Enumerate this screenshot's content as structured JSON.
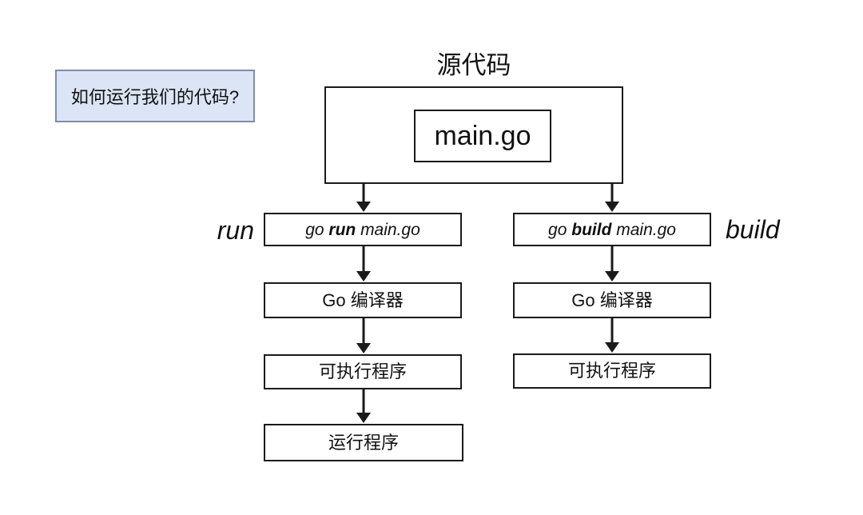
{
  "question_box": {
    "label": "如何运行我们的代码?"
  },
  "diagram": {
    "title": "源代码",
    "source_file": "main.go",
    "branches": [
      {
        "side_label": "run",
        "command": {
          "prefix": "go ",
          "keyword": "run",
          "suffix": " main.go"
        },
        "steps": [
          "Go 编译器",
          "可执行程序",
          "运行程序"
        ]
      },
      {
        "side_label": "build",
        "command": {
          "prefix": "go ",
          "keyword": "build",
          "suffix": " main.go"
        },
        "steps": [
          "Go 编译器",
          "可执行程序"
        ]
      }
    ]
  },
  "colors": {
    "background": "#ffffff",
    "box_border": "#1a1a1a",
    "question_fill": "#dce5f5",
    "question_border": "#7f8dab",
    "text": "#111111"
  }
}
